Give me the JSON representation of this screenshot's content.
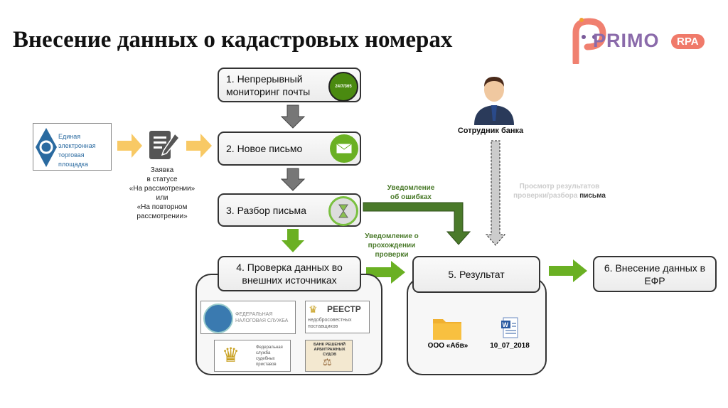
{
  "title": "Внесение данных о кадастровых номерах",
  "brand": {
    "name": "PRIMO",
    "badge": "RPA"
  },
  "source": {
    "logo_text": "Единая электронная торговая площадка",
    "request_lines": [
      "Заявка",
      "в статусе",
      "«На рассмотрении»",
      "или",
      "«На повторном",
      "рассмотрении»"
    ]
  },
  "steps": [
    {
      "label": "1. Непрерывный мониторинг почты",
      "badge": "24/7/365"
    },
    {
      "label": "2. Новое письмо"
    },
    {
      "label": "3. Разбор письма"
    },
    {
      "label": "4. Проверка данных во внешних источниках"
    },
    {
      "label": "5. Результат"
    },
    {
      "label": "6. Внесение данных в ЕФР"
    }
  ],
  "employee": {
    "label": "Сотрудник банка",
    "note_gray": "Просмотр результатов проверки/разбора",
    "note_dark": "письма"
  },
  "notifications": {
    "errors": "Уведомление об ошибках",
    "passed": "Уведомление о прохождении проверки"
  },
  "external_sources": [
    {
      "name": "ФЕДЕРАЛЬНАЯ НАЛОГОВАЯ СЛУЖБА"
    },
    {
      "name": "РЕЕСТР",
      "sub": "недобросовестных поставщиков"
    },
    {
      "name": "Федеральная служба судебных приставов"
    },
    {
      "name": "БАНК РЕШЕНИЙ АРБИТРАЖНЫХ СУДОВ"
    }
  ],
  "result": {
    "folder_label": "ООО «Абв»",
    "file_label": "10_07_2018"
  },
  "colors": {
    "green": "#4a7a2a",
    "lightgreen": "#6ab023",
    "orange": "#f7c04a",
    "gray": "#777777"
  }
}
